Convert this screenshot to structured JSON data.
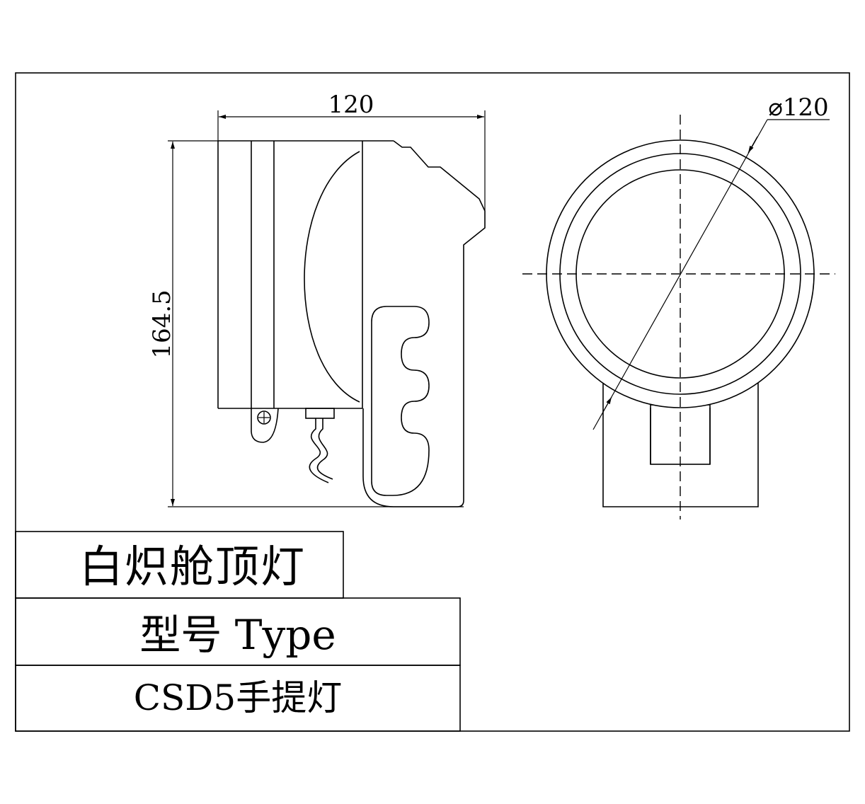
{
  "drawing": {
    "dimensions": {
      "width_label": "120",
      "height_label": "164.5",
      "diameter_label": "⌀120"
    },
    "title_block": {
      "product_name": "白炽舱顶灯",
      "type_label": "型号 Type",
      "model": "CSD5手提灯"
    }
  }
}
